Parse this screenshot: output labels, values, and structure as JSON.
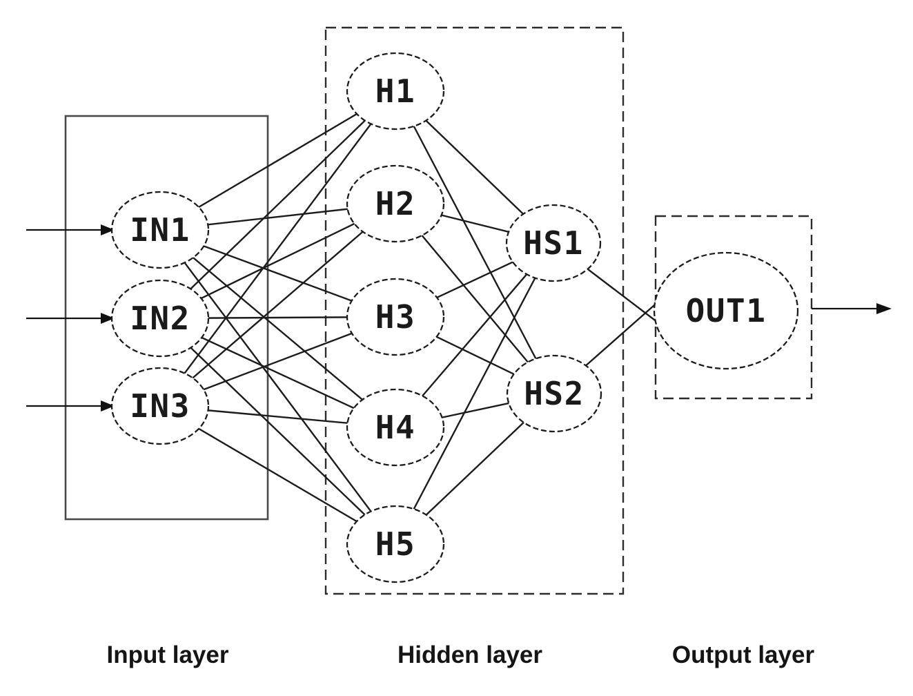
{
  "network": {
    "nodes": [
      {
        "id": "IN1",
        "label": "IN1",
        "layer": "input"
      },
      {
        "id": "IN2",
        "label": "IN2",
        "layer": "input"
      },
      {
        "id": "IN3",
        "label": "IN3",
        "layer": "input"
      },
      {
        "id": "H1",
        "label": "H1",
        "layer": "hidden"
      },
      {
        "id": "H2",
        "label": "H2",
        "layer": "hidden"
      },
      {
        "id": "H3",
        "label": "H3",
        "layer": "hidden"
      },
      {
        "id": "H4",
        "label": "H4",
        "layer": "hidden"
      },
      {
        "id": "H5",
        "label": "H5",
        "layer": "hidden"
      },
      {
        "id": "HS1",
        "label": "HS1",
        "layer": "hidden"
      },
      {
        "id": "HS2",
        "label": "HS2",
        "layer": "hidden"
      },
      {
        "id": "OUT1",
        "label": "OUT1",
        "layer": "output"
      }
    ],
    "connections": [
      [
        "IN1",
        "H1"
      ],
      [
        "IN1",
        "H2"
      ],
      [
        "IN1",
        "H3"
      ],
      [
        "IN1",
        "H4"
      ],
      [
        "IN1",
        "H5"
      ],
      [
        "IN2",
        "H1"
      ],
      [
        "IN2",
        "H2"
      ],
      [
        "IN2",
        "H3"
      ],
      [
        "IN2",
        "H4"
      ],
      [
        "IN2",
        "H5"
      ],
      [
        "IN3",
        "H1"
      ],
      [
        "IN3",
        "H2"
      ],
      [
        "IN3",
        "H3"
      ],
      [
        "IN3",
        "H4"
      ],
      [
        "IN3",
        "H5"
      ],
      [
        "H1",
        "HS1"
      ],
      [
        "H1",
        "HS2"
      ],
      [
        "H2",
        "HS1"
      ],
      [
        "H2",
        "HS2"
      ],
      [
        "H3",
        "HS1"
      ],
      [
        "H3",
        "HS2"
      ],
      [
        "H4",
        "HS1"
      ],
      [
        "H4",
        "HS2"
      ],
      [
        "H5",
        "HS1"
      ],
      [
        "H5",
        "HS2"
      ],
      [
        "HS1",
        "OUT1"
      ],
      [
        "HS2",
        "OUT1"
      ]
    ],
    "layer_labels": [
      {
        "id": "input",
        "label": "Input layer"
      },
      {
        "id": "hidden",
        "label": "Hidden layer"
      },
      {
        "id": "output",
        "label": "Output layer"
      }
    ],
    "external_inputs": 3,
    "external_outputs": 1
  },
  "colors": {
    "background": "#ffffff",
    "line": "#1c1c1c",
    "solid_box": "#4a4a4a",
    "dashed_box": "#2b2b2b",
    "text": "#1a1a1a"
  }
}
